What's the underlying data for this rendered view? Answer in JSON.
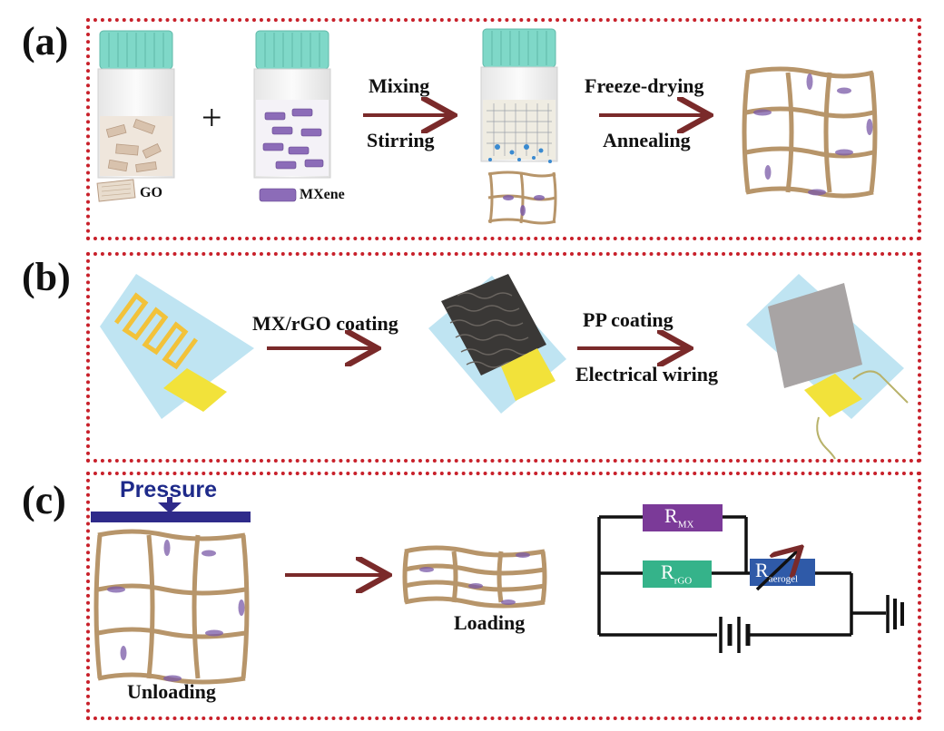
{
  "panel_labels": {
    "a": "(a)",
    "b": "(b)",
    "c": "(c)"
  },
  "panel_a": {
    "go_label": "GO",
    "mxene_label": "MXene",
    "plus": "+",
    "step1_line1": "Mixing",
    "step1_line2": "Stirring",
    "step2_line1": "Freeze-drying",
    "step2_line2": "Annealing"
  },
  "panel_b": {
    "step1": "MX/rGO coating",
    "step2_line1": "PP coating",
    "step2_line2": "Electrical wiring"
  },
  "panel_c": {
    "pressure": "Pressure",
    "unloading": "Unloading",
    "loading": "Loading",
    "r_mx_main": "R",
    "r_mx_sub": "MX",
    "r_rgo_main": "R",
    "r_rgo_sub": "rGO",
    "r_aerogel_main": "R",
    "r_aerogel_sub": "aerogel"
  },
  "colors": {
    "frame": "#c8202a",
    "arrow": "#7a2a2a",
    "cap": "#7fd8c8",
    "substrate": "#bfe4f2",
    "electrode": "#f2e23a",
    "mxene": "#7a5aa8",
    "r_mx": "#7b3a98",
    "r_rgo": "#35b38a",
    "r_aerogel": "#2f5aa8",
    "pressure_bar": "#2e2a8a"
  }
}
